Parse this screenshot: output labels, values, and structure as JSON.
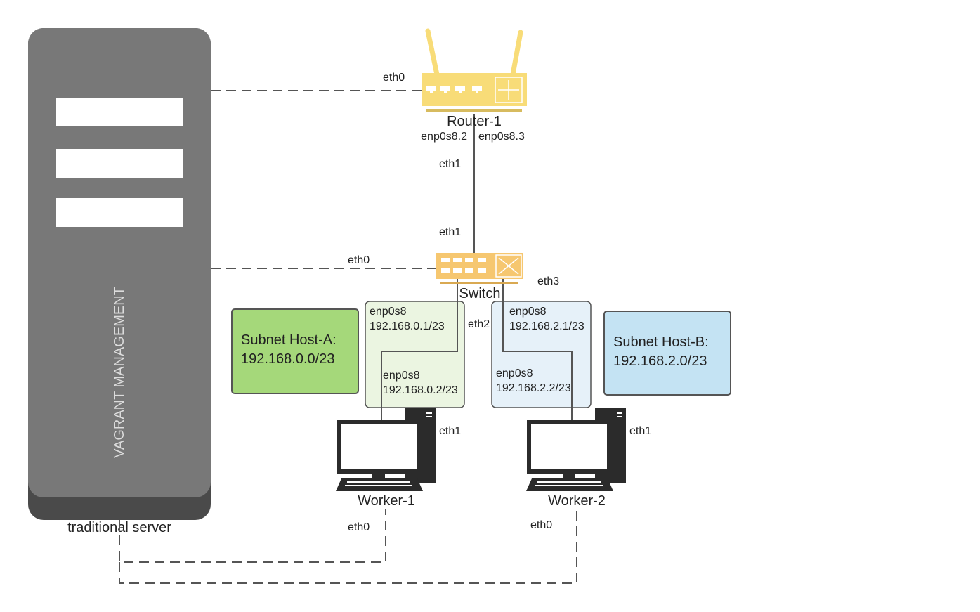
{
  "server": {
    "vertical_label": "VAGRANT MANAGEMENT",
    "caption": "traditional server"
  },
  "router": {
    "name": "Router-1",
    "eth0_label": "eth0",
    "sub_left": "enp0s8.2",
    "sub_right": "enp0s8.3",
    "eth1_label": "eth1"
  },
  "switch": {
    "name": "Switch",
    "eth0_label": "eth0",
    "eth1_label": "eth1",
    "eth2_label": "eth2",
    "eth3_label": "eth3"
  },
  "subnet_a": {
    "title": "Subnet Host-A:",
    "cidr": "192.168.0.0/23",
    "gw_iface": "enp0s8",
    "gw_ip": "192.168.0.1/23",
    "host_iface": "enp0s8",
    "host_ip": "192.168.0.2/23"
  },
  "subnet_b": {
    "title": "Subnet Host-B:",
    "cidr": "192.168.2.0/23",
    "gw_iface": "enp0s8",
    "gw_ip": "192.168.2.1/23",
    "host_iface": "enp0s8",
    "host_ip": "192.168.2.2/23"
  },
  "worker1": {
    "name": "Worker-1",
    "eth1_label": "eth1",
    "eth0_label": "eth0"
  },
  "worker2": {
    "name": "Worker-2",
    "eth1_label": "eth1",
    "eth0_label": "eth0"
  },
  "colors": {
    "server_body": "#787878",
    "server_base": "#4a4a4a",
    "router": "#f8dc78",
    "switch": "#f6c770",
    "subnet_a_fill": "#a5d87a",
    "subnet_a_light": "#ebf5e1",
    "subnet_b_fill": "#c4e3f3",
    "subnet_b_light": "#e6f1f9",
    "computer": "#2b2b2b",
    "line": "#555555"
  }
}
